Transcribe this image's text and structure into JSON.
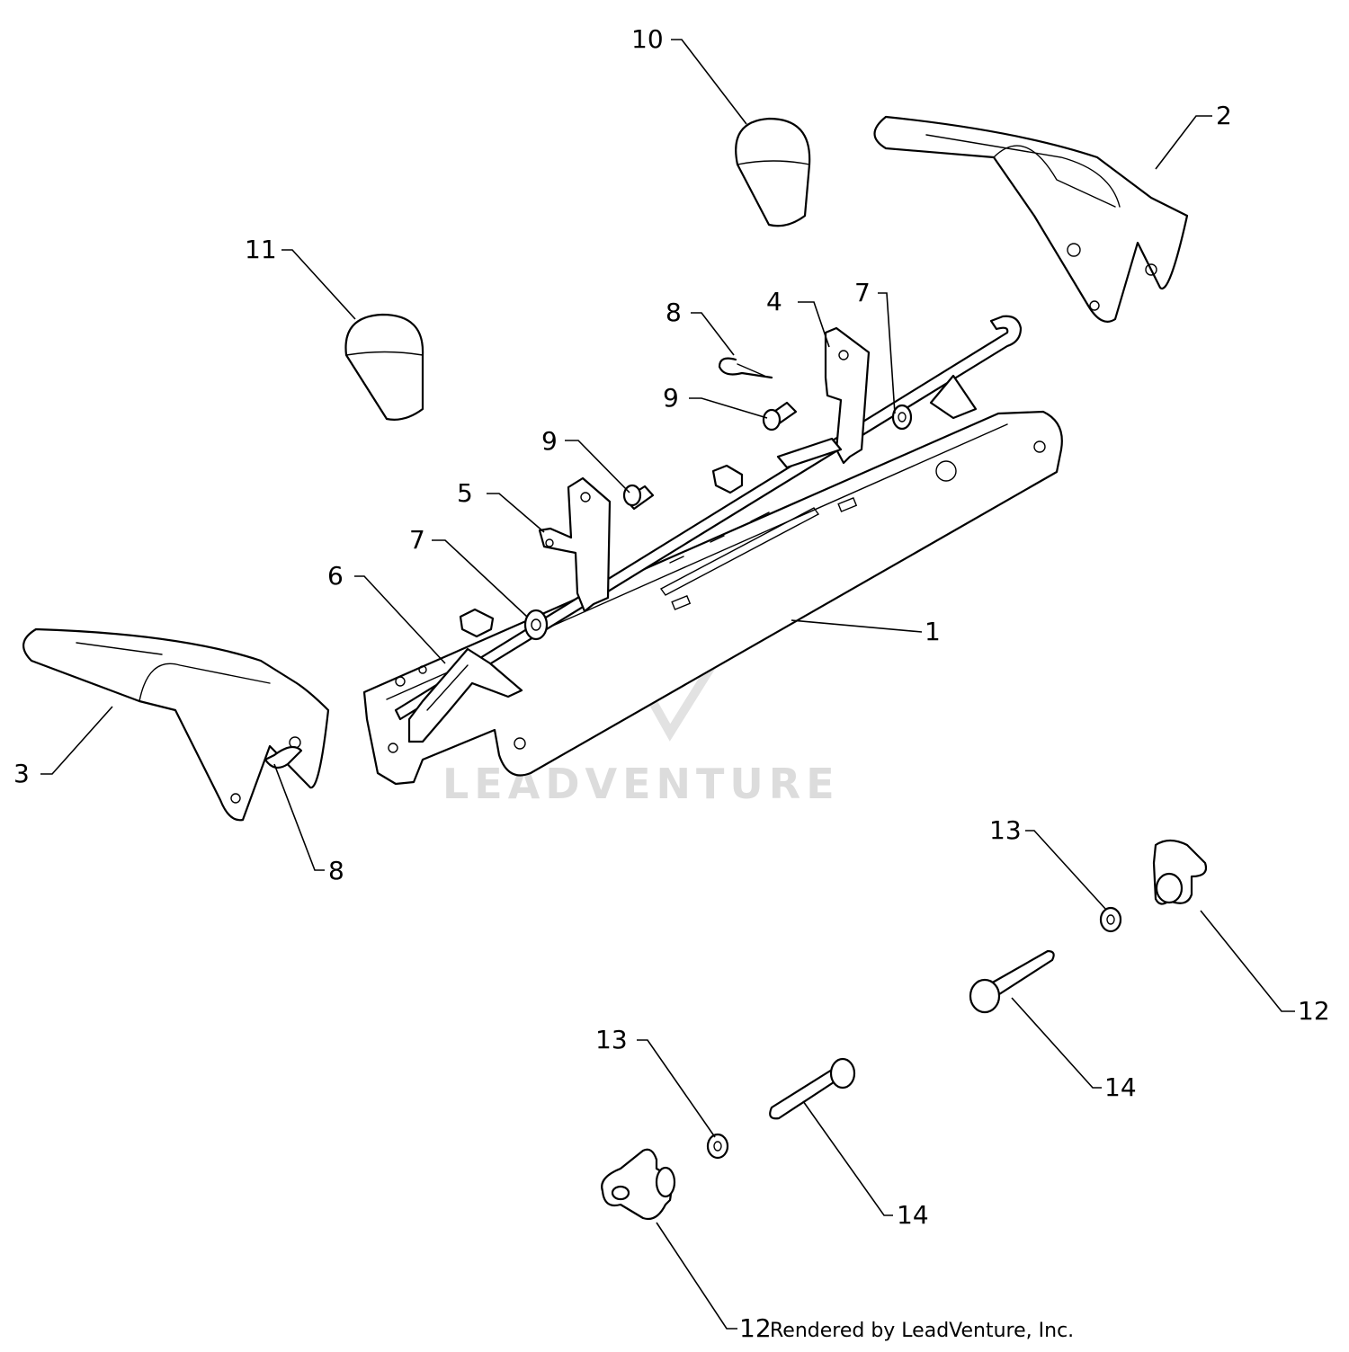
{
  "callouts": {
    "c1": "1",
    "c2": "2",
    "c3": "3",
    "c4": "4",
    "c5": "5",
    "c6": "6",
    "c7a": "7",
    "c7b": "7",
    "c8a": "8",
    "c8b": "8",
    "c9a": "9",
    "c9b": "9",
    "c10": "10",
    "c11": "11",
    "c12a": "12",
    "c12b": "12",
    "c13a": "13",
    "c13b": "13",
    "c14a": "14",
    "c14b": "14"
  },
  "watermark": {
    "text": "LEADVENTURE"
  },
  "credit": "Rendered by LeadVenture, Inc."
}
